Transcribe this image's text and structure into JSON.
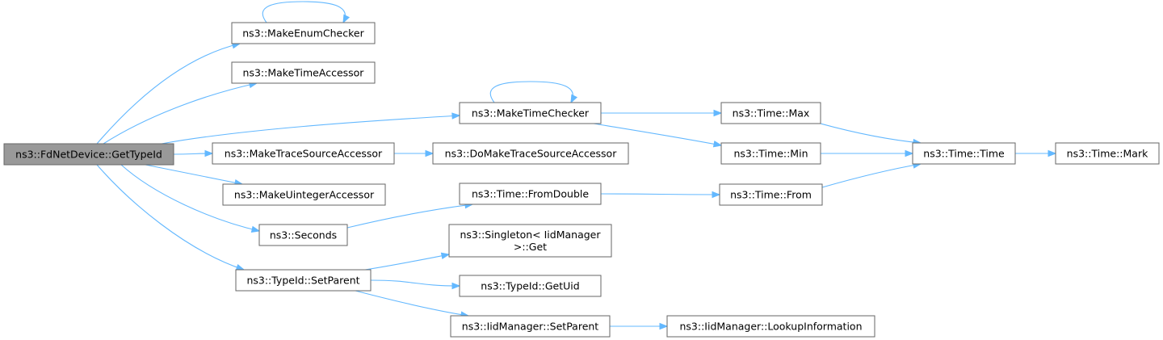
{
  "graph": {
    "root": "ns3::FdNetDevice::GetTypeId",
    "nodes": [
      {
        "id": "root",
        "label": [
          "ns3::FdNetDevice::GetTypeId"
        ]
      },
      {
        "id": "enumchecker",
        "label": [
          "ns3::MakeEnumChecker"
        ]
      },
      {
        "id": "timeaccessor",
        "label": [
          "ns3::MakeTimeAccessor"
        ]
      },
      {
        "id": "timechecker",
        "label": [
          "ns3::MakeTimeChecker"
        ]
      },
      {
        "id": "tracesrcacc",
        "label": [
          "ns3::MakeTraceSourceAccessor"
        ]
      },
      {
        "id": "uintacc",
        "label": [
          "ns3::MakeUintegerAccessor"
        ]
      },
      {
        "id": "seconds",
        "label": [
          "ns3::Seconds"
        ]
      },
      {
        "id": "setparent",
        "label": [
          "ns3::TypeId::SetParent"
        ]
      },
      {
        "id": "timemax",
        "label": [
          "ns3::Time::Max"
        ]
      },
      {
        "id": "timemin",
        "label": [
          "ns3::Time::Min"
        ]
      },
      {
        "id": "domaketrace",
        "label": [
          "ns3::DoMakeTraceSourceAccessor"
        ]
      },
      {
        "id": "fromdouble",
        "label": [
          "ns3::Time::FromDouble"
        ]
      },
      {
        "id": "singletonget",
        "label": [
          "ns3::Singleton< IidManager",
          ">::Get"
        ]
      },
      {
        "id": "getuid",
        "label": [
          "ns3::TypeId::GetUid"
        ]
      },
      {
        "id": "iidsetparent",
        "label": [
          "ns3::IidManager::SetParent"
        ]
      },
      {
        "id": "timefrom",
        "label": [
          "ns3::Time::From"
        ]
      },
      {
        "id": "timetime",
        "label": [
          "ns3::Time::Time"
        ]
      },
      {
        "id": "lookupinfo",
        "label": [
          "ns3::IidManager::LookupInformation"
        ]
      },
      {
        "id": "timemark",
        "label": [
          "ns3::Time::Mark"
        ]
      }
    ],
    "edges": [
      [
        "root",
        "enumchecker"
      ],
      [
        "root",
        "timeaccessor"
      ],
      [
        "root",
        "timechecker"
      ],
      [
        "root",
        "tracesrcacc"
      ],
      [
        "root",
        "uintacc"
      ],
      [
        "root",
        "seconds"
      ],
      [
        "root",
        "setparent"
      ],
      [
        "enumchecker",
        "enumchecker"
      ],
      [
        "timechecker",
        "timechecker"
      ],
      [
        "timechecker",
        "timemax"
      ],
      [
        "timechecker",
        "timemin"
      ],
      [
        "tracesrcacc",
        "domaketrace"
      ],
      [
        "seconds",
        "fromdouble"
      ],
      [
        "fromdouble",
        "timefrom"
      ],
      [
        "timemax",
        "timetime"
      ],
      [
        "timemin",
        "timetime"
      ],
      [
        "timefrom",
        "timetime"
      ],
      [
        "timetime",
        "timemark"
      ],
      [
        "setparent",
        "singletonget"
      ],
      [
        "setparent",
        "getuid"
      ],
      [
        "setparent",
        "iidsetparent"
      ],
      [
        "iidsetparent",
        "lookupinfo"
      ]
    ]
  },
  "colors": {
    "edge": "#63b8ff",
    "root_fill": "#999999",
    "node_fill": "#ffffff",
    "node_border": "#666666"
  }
}
